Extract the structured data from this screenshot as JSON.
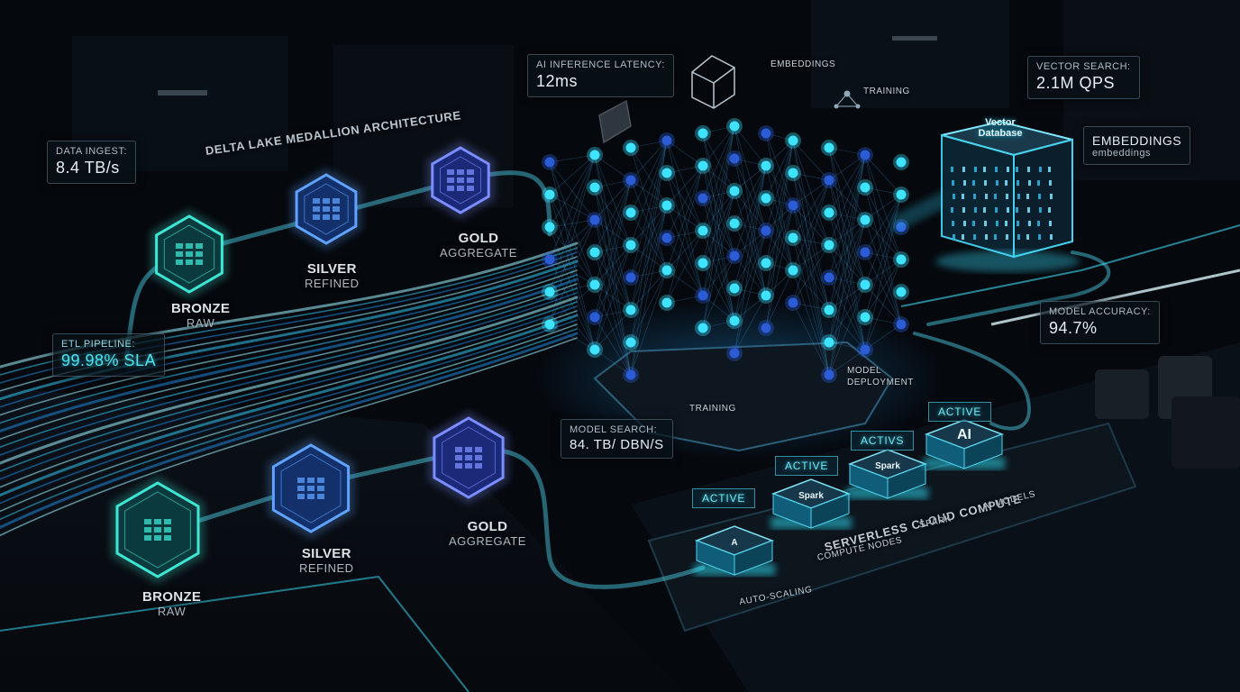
{
  "metrics": {
    "data_ingest": {
      "label": "DATA INGEST:",
      "value": "8.4 TB/s"
    },
    "etl_pipeline": {
      "label": "ETL PIPELINE:",
      "value": "99.98% SLA"
    },
    "inference": {
      "label": "AI INFERENCE LATENCY:",
      "value": "12ms"
    },
    "vector_search": {
      "label": "VECTOR SEARCH:",
      "value": "2.1M QPS"
    },
    "model_accuracy": {
      "label": "MODEL ACCURACY:",
      "value": "94.7%"
    },
    "model_search": {
      "label": "MODEL SEARCH:",
      "value": "84. TB/ DBN/S"
    },
    "embeddings_panel": {
      "label": "EMBEDDINGS",
      "value": "embeddings"
    }
  },
  "medallion": {
    "title": "DELTA LAKE MEDALLION ARCHITECTURE",
    "upper": [
      {
        "name": "BRONZE",
        "sub": "RAW"
      },
      {
        "name": "SILVER",
        "sub": "REFINED"
      },
      {
        "name": "GOLD",
        "sub": "AGGREGATE"
      }
    ],
    "lower": [
      {
        "name": "BRONZE",
        "sub": "RAW"
      },
      {
        "name": "SILVER",
        "sub": "REFINED"
      },
      {
        "name": "GOLD",
        "sub": "AGGREGATE"
      }
    ]
  },
  "network_labels": {
    "embeddings": "EMBEDDINGS",
    "training_top": "TRAINING",
    "training_bottom": "TRAINING",
    "model_deployment": "MODEL DEPLOYMENT"
  },
  "vector_db": {
    "label": "Vector Database"
  },
  "compute": {
    "title": "SERVERLESS CLOUD COMPUTE",
    "chips": [
      {
        "status": "ACTIVE",
        "label": "AUTO-SCALING"
      },
      {
        "status": "ACTIVE",
        "label": "COMPUTE NODES"
      },
      {
        "status": "ACTIVS",
        "label": "SPARK"
      },
      {
        "status": "ACTIVE",
        "label": "AI MODELS"
      }
    ],
    "chip_glyphs": [
      "A",
      "Spark",
      "Spark",
      "AI"
    ]
  },
  "icons": [
    "hexagon-node-icon",
    "cube-icon",
    "network-node-icon",
    "chip-icon"
  ],
  "colors": {
    "accent": "#38d6ee",
    "node": "#3cc8ff",
    "deep": "#2c5bd6",
    "bg": "#05080d"
  }
}
